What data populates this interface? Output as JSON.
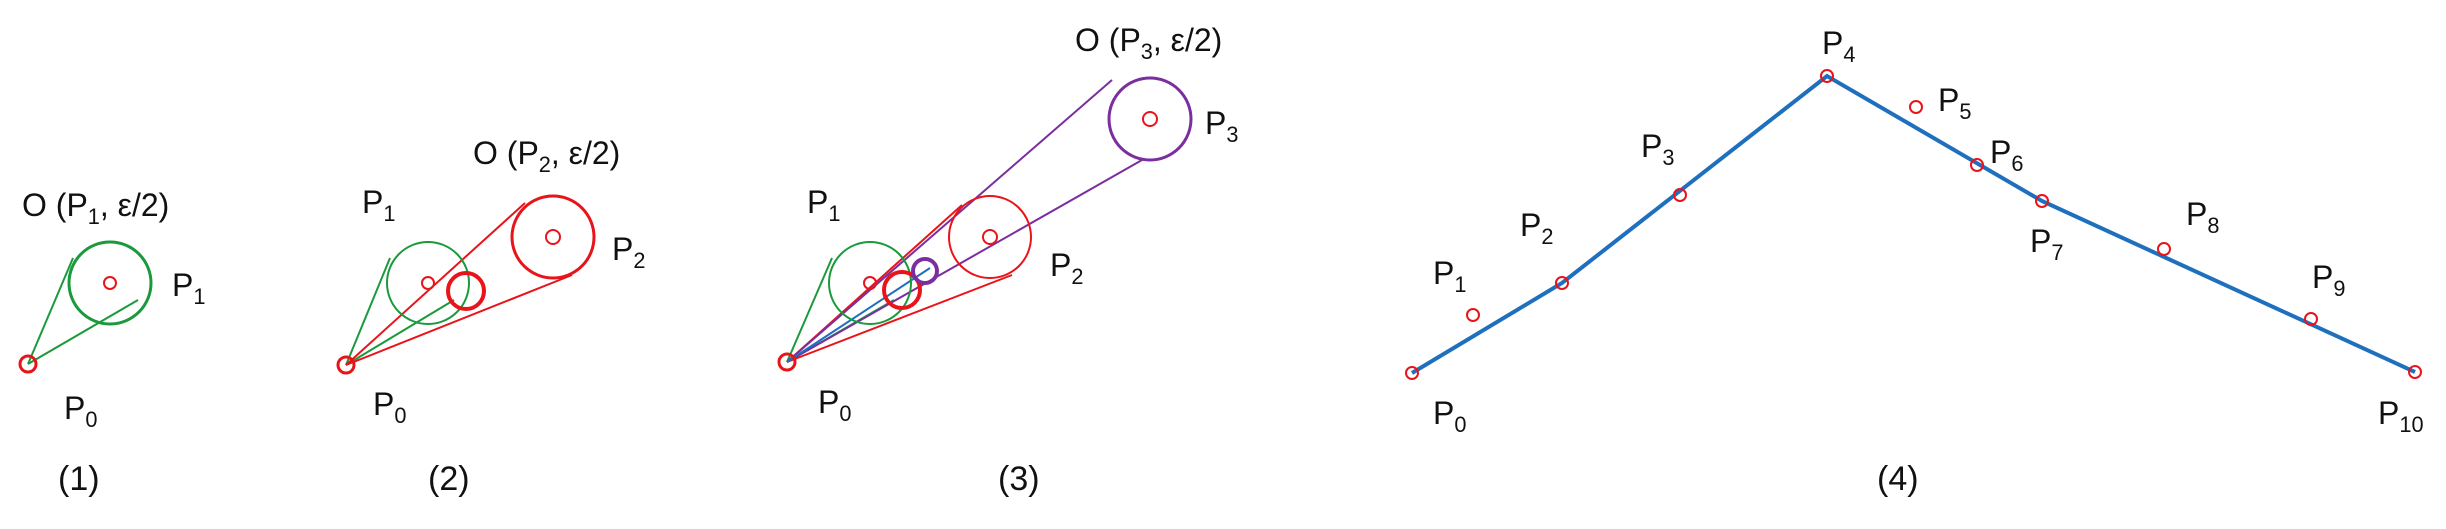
{
  "colors": {
    "green": "#1a9a3c",
    "red": "#e8141a",
    "purple": "#7a2ea0",
    "blue": "#1f6fbf",
    "text": "#111111"
  },
  "panels": [
    {
      "caption": "(1)",
      "points": [
        {
          "base": "P",
          "sub": "0"
        },
        {
          "base": "P",
          "sub": "1"
        }
      ],
      "circle_label": {
        "prefix": "O (P",
        "sub": "1",
        "suffix": ", ε/2)"
      }
    },
    {
      "caption": "(2)",
      "points": [
        {
          "base": "P",
          "sub": "0"
        },
        {
          "base": "P",
          "sub": "1"
        },
        {
          "base": "P",
          "sub": "2"
        }
      ],
      "circle_label": {
        "prefix": "O (P",
        "sub": "2",
        "suffix": ", ε/2)"
      }
    },
    {
      "caption": "(3)",
      "points": [
        {
          "base": "P",
          "sub": "0"
        },
        {
          "base": "P",
          "sub": "1"
        },
        {
          "base": "P",
          "sub": "2"
        },
        {
          "base": "P",
          "sub": "3"
        }
      ],
      "circle_label": {
        "prefix": "O (P",
        "sub": "3",
        "suffix": ", ε/2)"
      }
    },
    {
      "caption": "(4)",
      "points": [
        {
          "base": "P",
          "sub": "0"
        },
        {
          "base": "P",
          "sub": "1"
        },
        {
          "base": "P",
          "sub": "2"
        },
        {
          "base": "P",
          "sub": "3"
        },
        {
          "base": "P",
          "sub": "4"
        },
        {
          "base": "P",
          "sub": "5"
        },
        {
          "base": "P",
          "sub": "6"
        },
        {
          "base": "P",
          "sub": "7"
        },
        {
          "base": "P",
          "sub": "8"
        },
        {
          "base": "P",
          "sub": "9"
        },
        {
          "base": "P",
          "sub": "10"
        }
      ],
      "polyline_vertices": [
        "P0",
        "P2",
        "P4",
        "P7",
        "P10"
      ]
    }
  ]
}
